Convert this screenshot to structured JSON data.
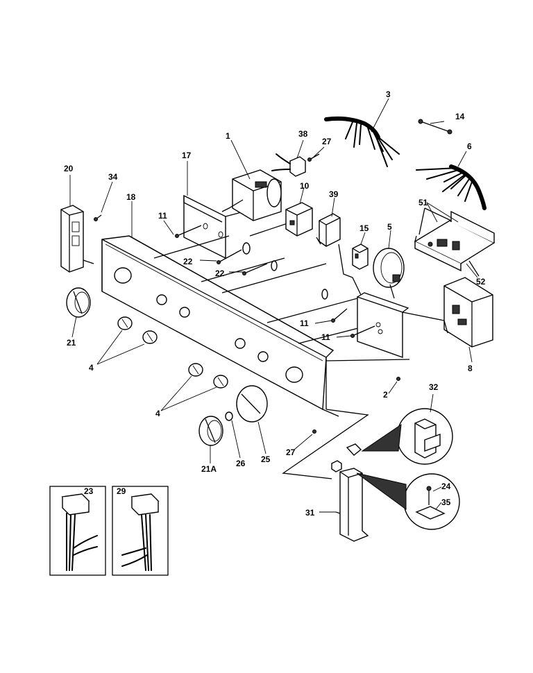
{
  "labels": {
    "l1": "1",
    "l2": "2",
    "l3": "3",
    "l4a": "4",
    "l4b": "4",
    "l5": "5",
    "l6": "6",
    "l8": "8",
    "l10": "10",
    "l11a": "11",
    "l11b": "11",
    "l11c": "11",
    "l14": "14",
    "l15": "15",
    "l17": "17",
    "l18": "18",
    "l20": "20",
    "l21": "21",
    "l21a": "21A",
    "l22a": "22",
    "l22b": "22",
    "l23": "23",
    "l24": "24",
    "l25": "25",
    "l26": "26",
    "l27a": "27",
    "l27b": "27",
    "l29": "29",
    "l31": "31",
    "l32": "32",
    "l34": "34",
    "l35": "35",
    "l38": "38",
    "l39": "39",
    "l51": "51",
    "l52": "52"
  }
}
